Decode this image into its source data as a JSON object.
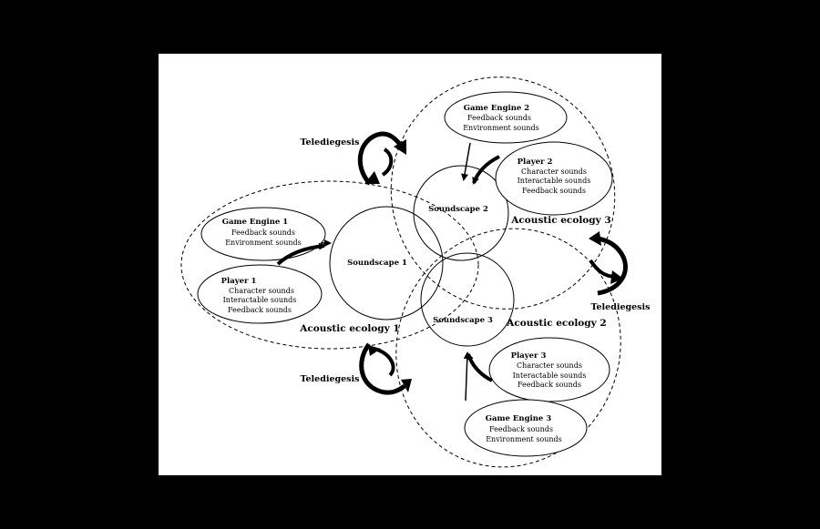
{
  "colors": {
    "background": "#000000",
    "canvas": "#ffffff",
    "ink": "#000000"
  },
  "acoustic_ecologies": [
    {
      "label": "Acoustic ecology 1"
    },
    {
      "label": "Acoustic ecology 2"
    },
    {
      "label": "Acoustic ecology 3"
    }
  ],
  "soundscapes": [
    {
      "label": "Soundscape 1"
    },
    {
      "label": "Soundscape 2"
    },
    {
      "label": "Soundscape 3"
    }
  ],
  "game_engines": [
    {
      "title": "Game Engine 1",
      "lines": [
        "Feedback sounds",
        "Environment sounds"
      ]
    },
    {
      "title": "Game Engine 2",
      "lines": [
        "Feedback sounds",
        "Environment sounds"
      ]
    },
    {
      "title": "Game Engine 3",
      "lines": [
        "Feedback sounds",
        "Environment sounds"
      ]
    }
  ],
  "players": [
    {
      "title": "Player 1",
      "lines": [
        "Character sounds",
        "Interactable sounds",
        "Feedback sounds"
      ]
    },
    {
      "title": "Player 2",
      "lines": [
        "Character sounds",
        "Interactable sounds",
        "Feedback sounds"
      ]
    },
    {
      "title": "Player 3",
      "lines": [
        "Character sounds",
        "Interactable sounds",
        "Feedback sounds"
      ]
    }
  ],
  "telediegesis": [
    {
      "label": "Telediegesis"
    },
    {
      "label": "Telediegesis"
    },
    {
      "label": "Telediegesis"
    }
  ]
}
